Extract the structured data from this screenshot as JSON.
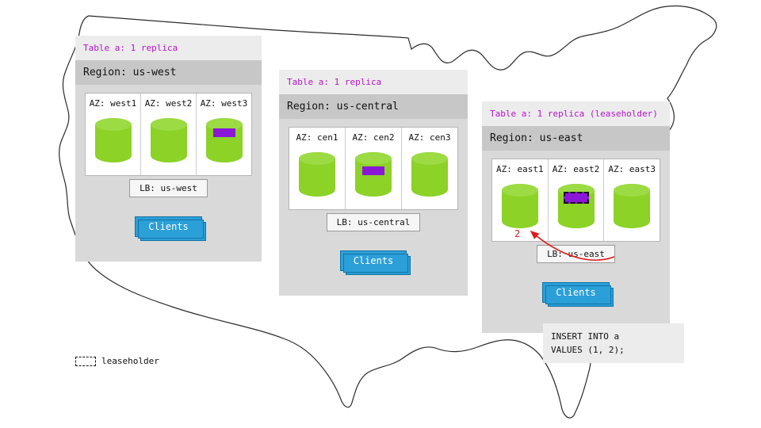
{
  "panels": [
    {
      "table_label": "Table a: 1 replica",
      "region_label": "Region: us-west",
      "azs": [
        {
          "label": "AZ: west1",
          "range": "none"
        },
        {
          "label": "AZ: west2",
          "range": "none"
        },
        {
          "label": "AZ: west3",
          "range": "replica"
        }
      ],
      "lb_label": "LB: us-west",
      "clients_label": "Clients"
    },
    {
      "table_label": "Table a: 1 replica",
      "region_label": "Region: us-central",
      "azs": [
        {
          "label": "AZ: cen1",
          "range": "none"
        },
        {
          "label": "AZ: cen2",
          "range": "replica"
        },
        {
          "label": "AZ: cen3",
          "range": "none"
        }
      ],
      "lb_label": "LB: us-central",
      "clients_label": "Clients"
    },
    {
      "table_label": "Table a: 1 replica (leaseholder)",
      "region_label": "Region: us-east",
      "azs": [
        {
          "label": "AZ: east1",
          "range": "none"
        },
        {
          "label": "AZ: east2",
          "range": "leaseholder"
        },
        {
          "label": "AZ: east3",
          "range": "none"
        }
      ],
      "lb_label": "LB: us-east",
      "clients_label": "Clients"
    }
  ],
  "sql": {
    "line1": "INSERT INTO a",
    "line2": "VALUES (1, 2);"
  },
  "annotations": {
    "arrow_label": "2"
  },
  "legend": {
    "label": "leaseholder"
  },
  "colors": {
    "table_header_text": "#b513c8",
    "replica_range_purple": "#8b17d6",
    "cylinder_green": "#8cd227",
    "clients_blue": "#2b9fd8",
    "arrow_red": "#dd1c1c"
  }
}
